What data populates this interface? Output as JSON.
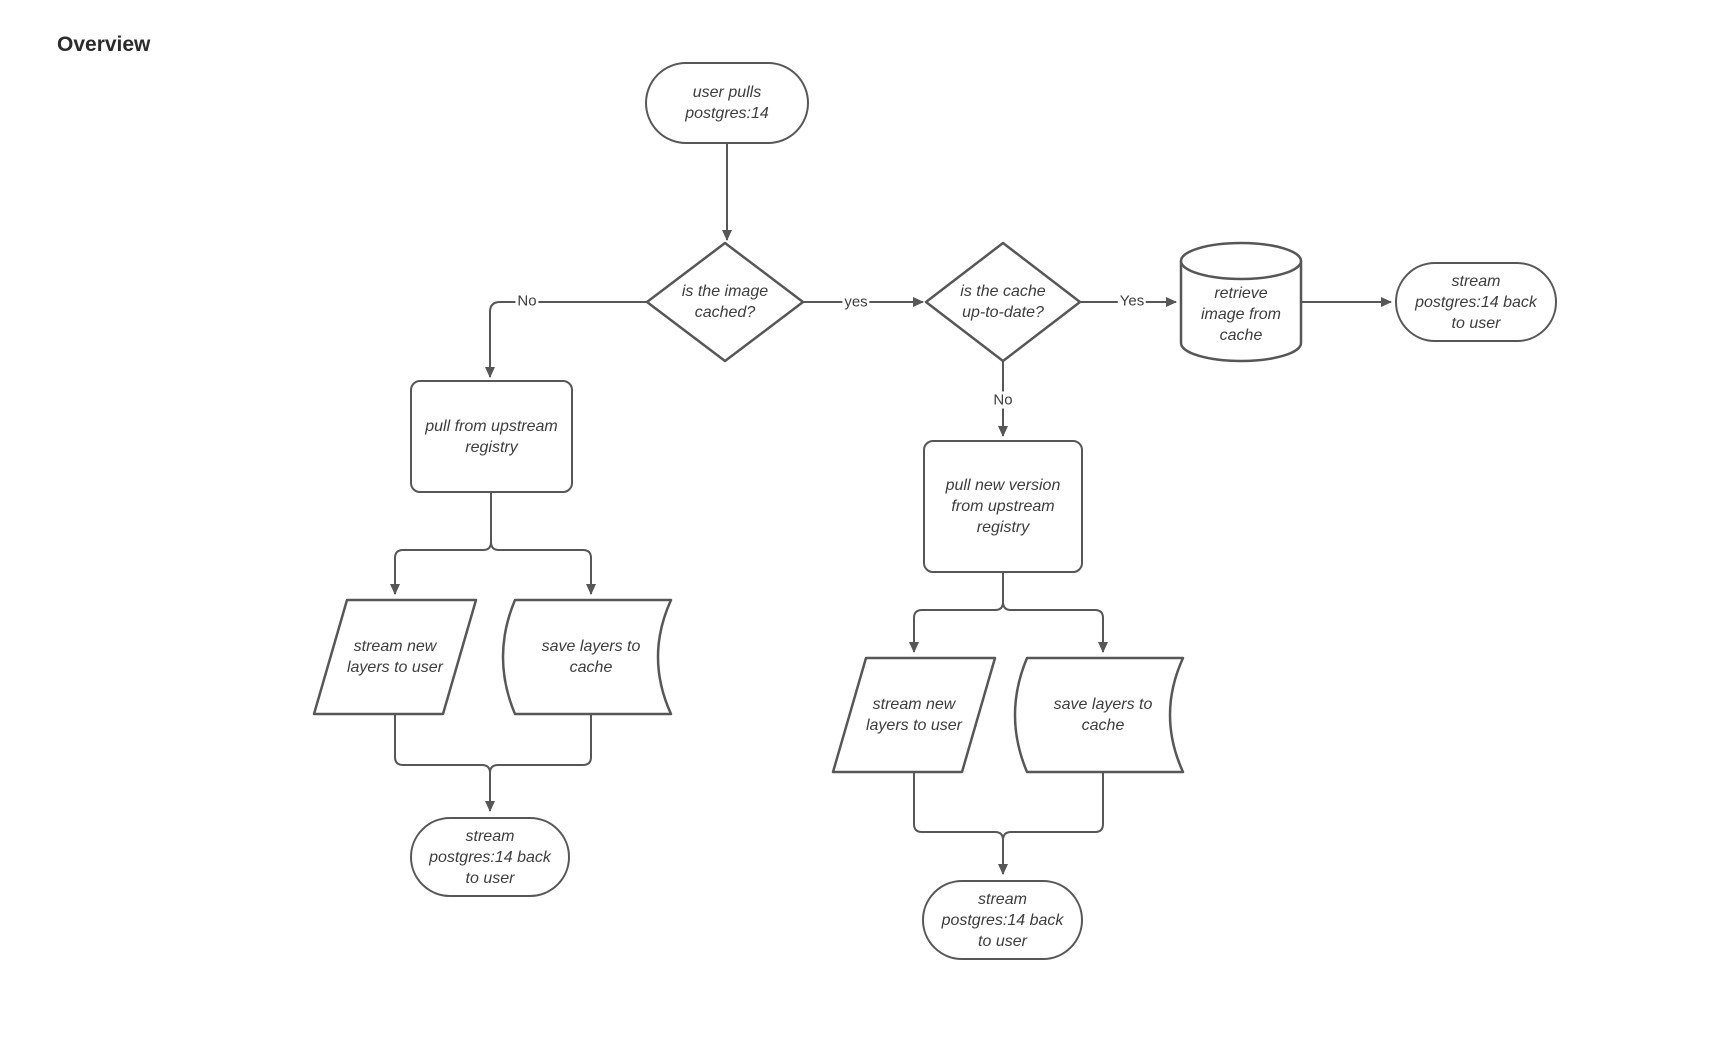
{
  "title": "Overview",
  "colors": {
    "stroke": "#575757",
    "text": "#3d3d3d",
    "background": "#ffffff"
  },
  "nodes": {
    "start": {
      "label": "user pulls\npostgres:14",
      "shape": "terminator"
    },
    "is_image_cached": {
      "label": "is the image\ncached?",
      "shape": "decision"
    },
    "pull_from_upstream": {
      "label": "pull from upstream\nregistry",
      "shape": "process"
    },
    "stream_new_layers_left": {
      "label": "stream new\nlayers to user",
      "shape": "input-output"
    },
    "save_layers_left": {
      "label": "save layers to\ncache",
      "shape": "stored-data"
    },
    "stream_back_left": {
      "label": "stream\npostgres:14 back\nto user",
      "shape": "terminator"
    },
    "is_cache_up_to_date": {
      "label": "is the cache\nup-to-date?",
      "shape": "decision"
    },
    "retrieve_from_cache": {
      "label": "retrieve\nimage from\ncache",
      "shape": "database"
    },
    "stream_back_right": {
      "label": "stream\npostgres:14 back\nto user",
      "shape": "terminator"
    },
    "pull_new_version": {
      "label": "pull new version\nfrom upstream\nregistry",
      "shape": "process"
    },
    "stream_new_layers_right": {
      "label": "stream new\nlayers to user",
      "shape": "input-output"
    },
    "save_layers_right": {
      "label": "save layers to\ncache",
      "shape": "stored-data"
    },
    "stream_back_bottom": {
      "label": "stream\npostgres:14 back\nto user",
      "shape": "terminator"
    }
  },
  "edge_labels": {
    "image_not_cached": "No",
    "image_cached": "yes",
    "cache_up_to_date": "Yes",
    "cache_stale": "No"
  }
}
